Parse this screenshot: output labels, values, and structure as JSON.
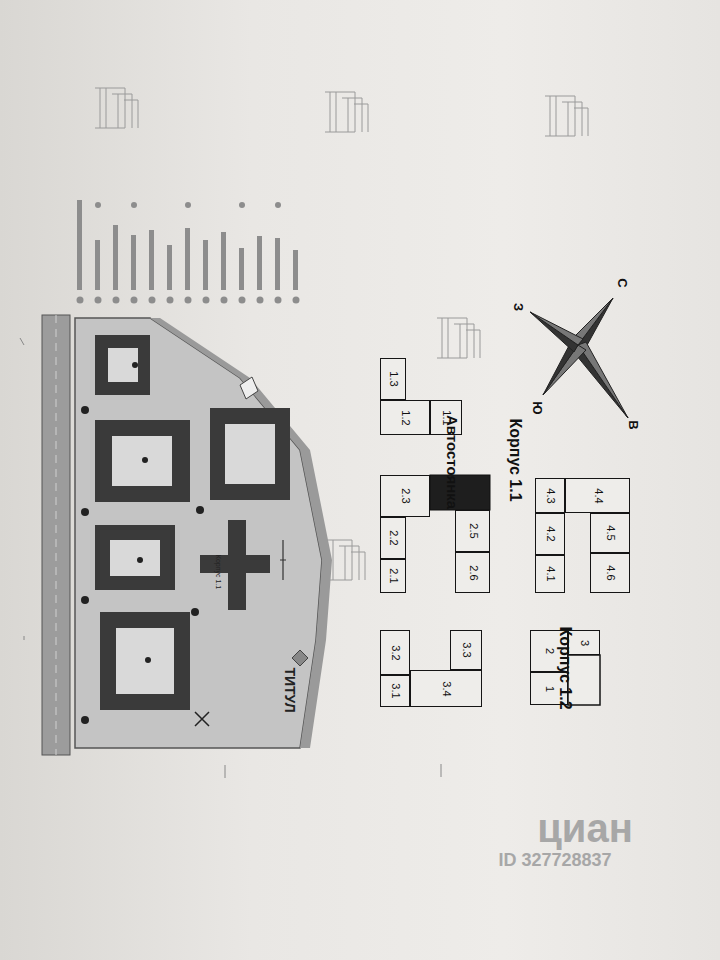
{
  "diagram": {
    "nodes": [
      {
        "text": [
          "1.3"
        ]
      },
      {
        "text": [
          "1.2"
        ]
      },
      {
        "text": [
          "1.1"
        ]
      },
      {
        "text": [
          "2.3"
        ]
      },
      {
        "text": [
          "2.2"
        ]
      },
      {
        "text": [
          "2.1"
        ]
      },
      {
        "text": [
          "2.5"
        ]
      },
      {
        "text": [
          "2.6"
        ]
      },
      {
        "text": [
          "3.2"
        ]
      },
      {
        "text": [
          "3.1"
        ]
      },
      {
        "text": [
          "3.3"
        ]
      },
      {
        "text": [
          "3.4"
        ]
      },
      {
        "text": [
          "4.3"
        ]
      },
      {
        "text": [
          "4.4"
        ]
      },
      {
        "text": [
          "4.2"
        ]
      },
      {
        "text": [
          "4.5"
        ]
      },
      {
        "text": [
          "4.1"
        ]
      },
      {
        "text": [
          "4.6"
        ]
      },
      {
        "text": [
          "3"
        ]
      },
      {
        "text": [
          "2"
        ]
      },
      {
        "text": [
          "1"
        ]
      }
    ],
    "labels": [
      "С",
      "З",
      "Ю",
      "В",
      "Корпус 1.1",
      "Корпус 1.2",
      "Автостоянка",
      "ТИТУЛ",
      "Корпус 1.1",
      "циан",
      "ID 327728837"
    ]
  }
}
